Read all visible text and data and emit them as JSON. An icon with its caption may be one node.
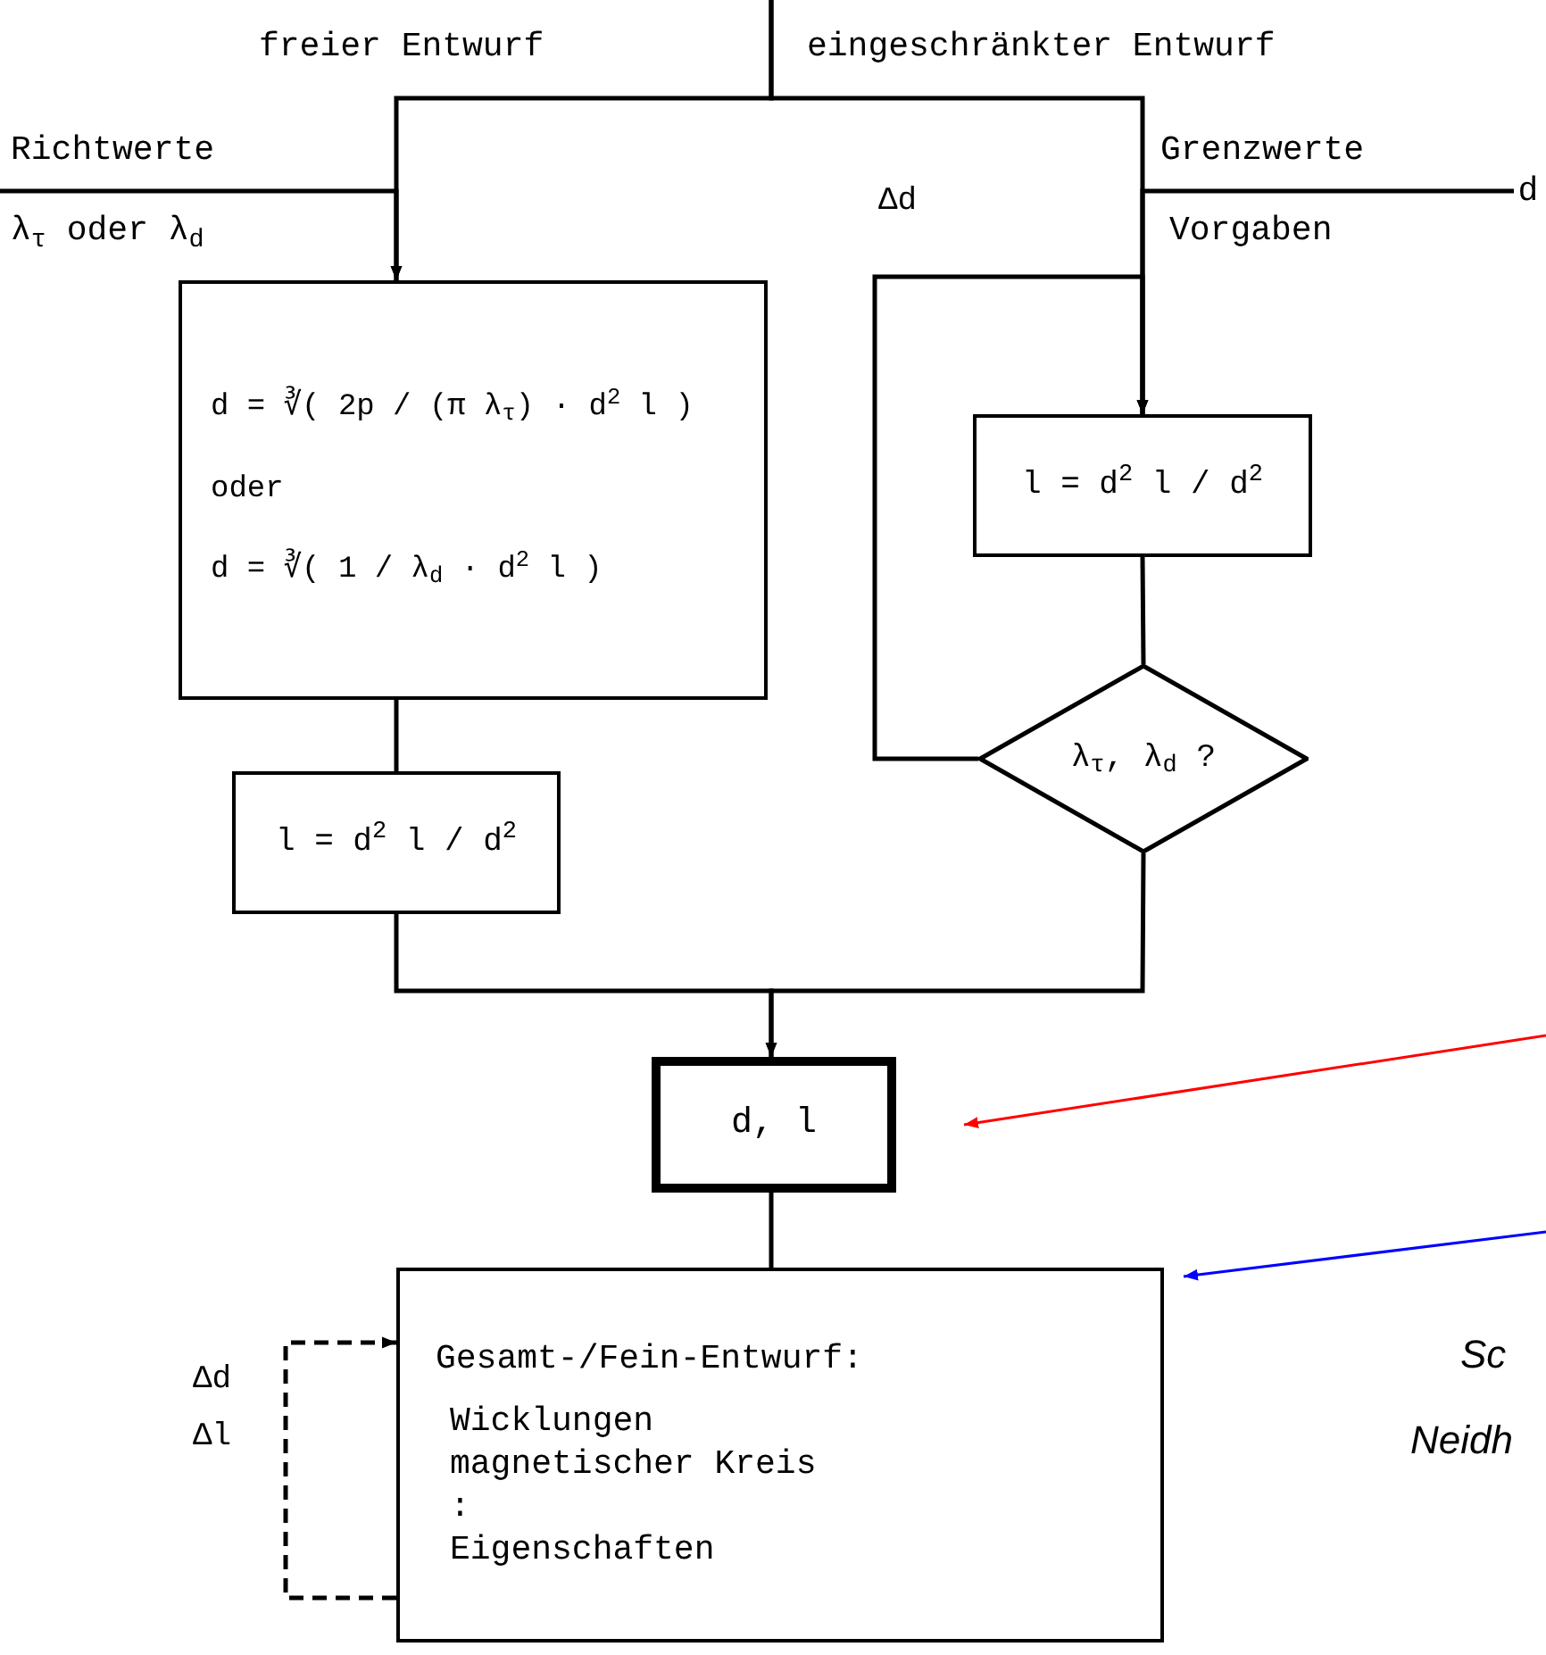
{
  "diagram": {
    "nodes": [
      {
        "text": [
          "d = ∛( 2p / (π λ$_{τ}$) · d$^{2}$ l )",
          "oder",
          "d = ∛( 1 / λ$_{d}$ · d$^{2}$ l )"
        ]
      },
      {
        "text": [
          "l = d$^{2}$ l / d$^{2}$"
        ]
      },
      {
        "text": [
          "l = d$^{2}$ l / d$^{2}$"
        ]
      },
      {
        "text": [
          "λ$_{τ}$, λ$_{d}$ ?"
        ]
      },
      {
        "text": [
          "d, l"
        ]
      },
      {
        "text": [
          "Gesamt-/Fein-Entwurf:",
          "Wicklungen",
          "magnetischer Kreis",
          ":",
          "Eigenschaften"
        ]
      },
      {
        "text": [
          "d"
        ]
      }
    ],
    "edges": [
      {
        "from": null,
        "to": 0,
        "arrow": "to"
      },
      {
        "from": null,
        "to": 2,
        "arrow": "to"
      },
      {
        "from": null,
        "to": 0,
        "arrow": "to"
      },
      {
        "from": 6,
        "to": 2,
        "arrow": "to"
      },
      {
        "from": 0,
        "to": 1,
        "arrow": "none"
      },
      {
        "from": 2,
        "to": 3,
        "arrow": "none"
      },
      {
        "from": 3,
        "to": 2,
        "arrow": "to",
        "label": "Δd"
      },
      {
        "from": 1,
        "to": 4,
        "arrow": "to"
      },
      {
        "from": 3,
        "to": 4,
        "arrow": "to"
      },
      {
        "from": 4,
        "to": 5,
        "arrow": "none"
      },
      {
        "from": 5,
        "to": 5,
        "arrow": "to",
        "style": "dashed"
      },
      {
        "from": null,
        "to": 4,
        "arrow": "to",
        "color": "#ff0000"
      },
      {
        "from": null,
        "to": 5,
        "arrow": "to",
        "color": "#0000ff"
      }
    ],
    "labels": [
      "freier Entwurf",
      "eingeschränkter Entwurf",
      "Richtwerte",
      "λ$_{τ}$ oder λ$_{d}$",
      "Grenzwerte",
      "Vorgaben",
      "Δd",
      "Δl",
      "Sc",
      "Neidh"
    ]
  }
}
